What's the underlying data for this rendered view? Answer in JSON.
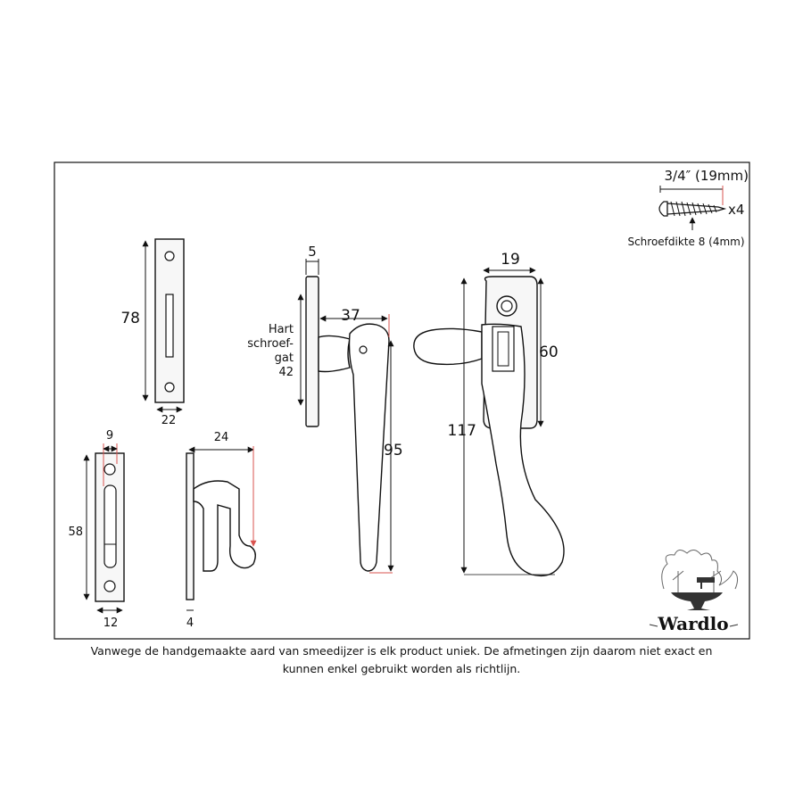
{
  "screw": {
    "length": "3/4″ (19mm)",
    "quantity": "x4",
    "thickness": "Schroefdikte 8 (4mm)"
  },
  "keeper_plate": {
    "height": "78",
    "width": "22"
  },
  "hook_keeper": {
    "height": "58",
    "hole_offset": "9",
    "width": "12",
    "thickness": "4",
    "depth": "24"
  },
  "fastener_side": {
    "plate_thickness": "5",
    "projection": "37",
    "centre_label": [
      "Hart",
      "schroef-",
      "gat",
      "42"
    ],
    "length": "95"
  },
  "fastener_front": {
    "width": "19",
    "plate_height": "60",
    "total_height": "117"
  },
  "logo": {
    "brand": "Wardlo"
  },
  "disclaimer": {
    "line1": "Vanwege de handgemaakte aard van smeedijzer is elk product uniek. De afmetingen zijn daarom niet exact en",
    "line2": "kunnen enkel gebruikt worden als richtlijn."
  },
  "colors": {
    "line": "#111111",
    "accent": "#d9534f",
    "plate": "#f7f7f7"
  }
}
